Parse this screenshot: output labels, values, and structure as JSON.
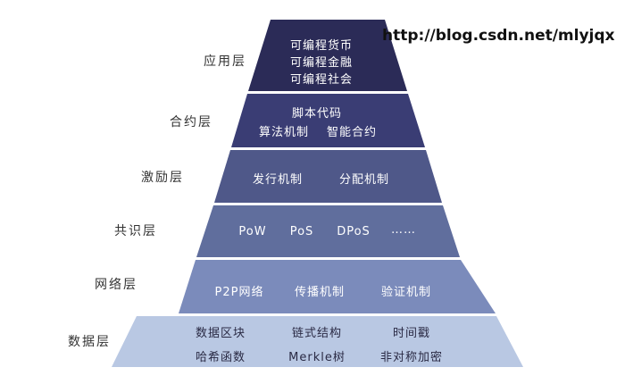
{
  "watermark": "http://blog.csdn.net/mlyjqx",
  "layers": [
    {
      "label": "应用层",
      "fill": "#2b2b57",
      "text_color": "#ffffff",
      "items": [
        "可编程货币",
        "可编程金融",
        "可编程社会"
      ]
    },
    {
      "label": "合约层",
      "fill": "#3a3d74",
      "text_color": "#ffffff",
      "items": [
        "脚本代码",
        "算法机制",
        "智能合约"
      ]
    },
    {
      "label": "激励层",
      "fill": "#4f5889",
      "text_color": "#ffffff",
      "items": [
        "发行机制",
        "分配机制"
      ]
    },
    {
      "label": "共识层",
      "fill": "#606e9d",
      "text_color": "#ffffff",
      "items": [
        "PoW",
        "PoS",
        "DPoS",
        "……"
      ]
    },
    {
      "label": "网络层",
      "fill": "#7b8bbb",
      "text_color": "#ffffff",
      "items": [
        "P2P网络",
        "传播机制",
        "验证机制"
      ]
    },
    {
      "label": "数据层",
      "fill": "#b9c8e3",
      "text_color": "#2a2a44",
      "items": [
        "数据区块",
        "链式结构",
        "时间戳",
        "哈希函数",
        "Merkle树",
        "非对称加密"
      ]
    }
  ]
}
